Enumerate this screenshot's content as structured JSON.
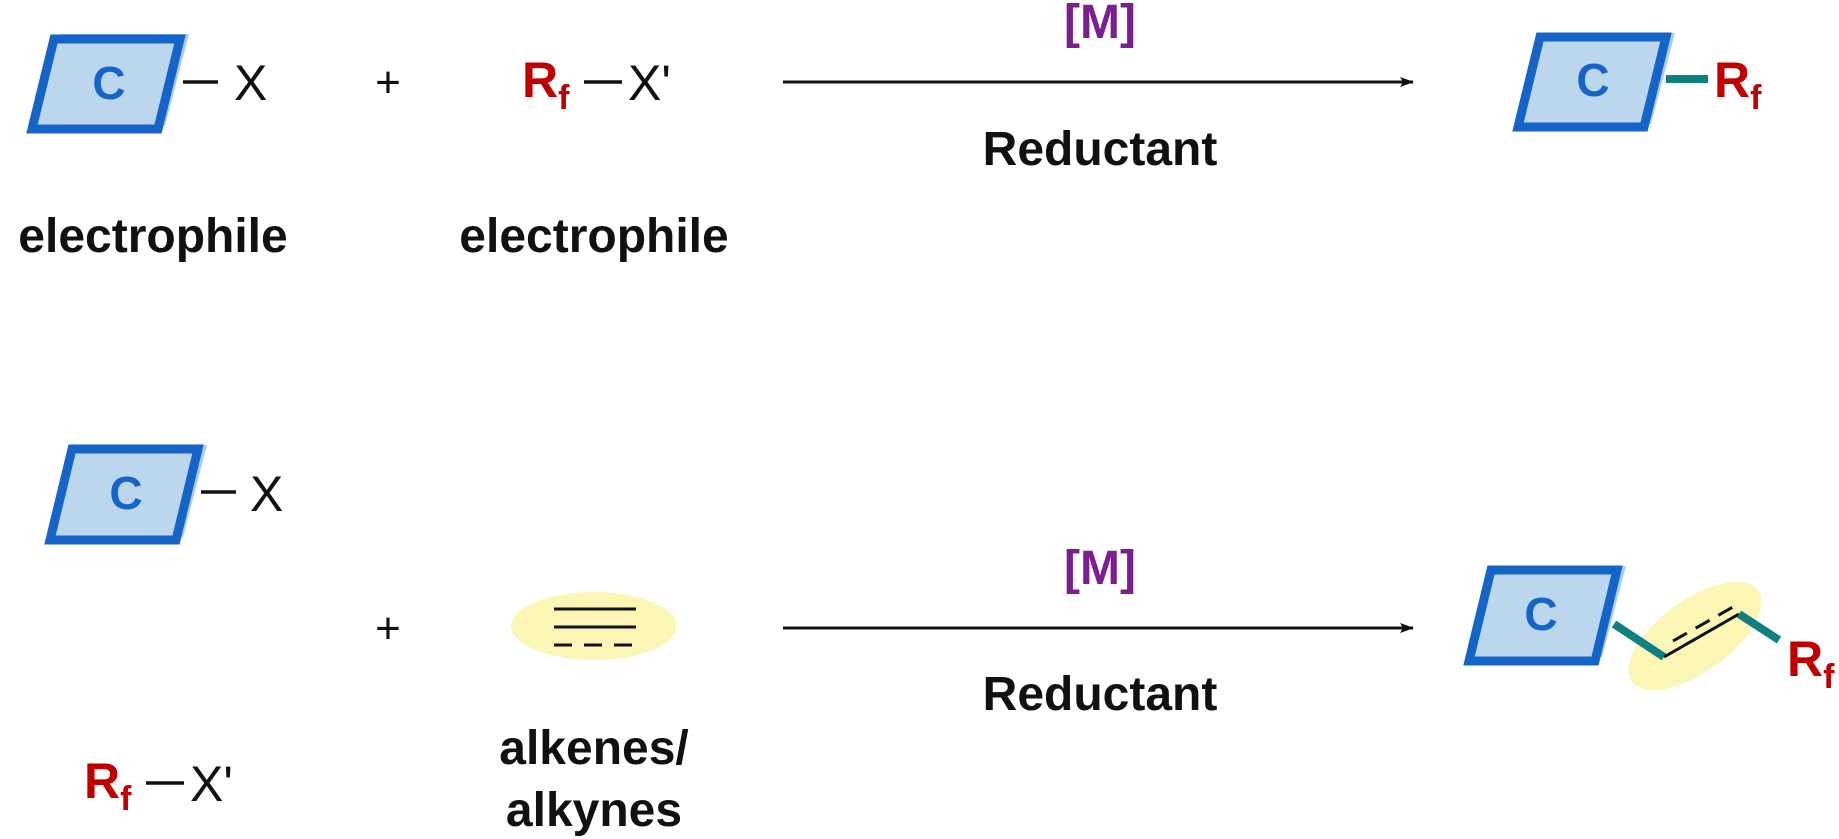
{
  "colors": {
    "core_fill": "#bcd6ee",
    "core_stroke": "#1565c8",
    "core_shadow": "#a9cdee",
    "core_text": "#1565c8",
    "rf_color": "#c00000",
    "catalyst_color": "#7b1f8f",
    "bond_color": "#0e8080",
    "highlight_fill": "#fbf6b6",
    "text_color": "#111111"
  },
  "icons": {
    "core": "parallelogram-carbon-core",
    "unsaturated": "alkene-alkyne-bonds"
  },
  "reaction_1": {
    "reactant_1": {
      "core_label": "C",
      "leaving_group": "X",
      "caption": "electrophile"
    },
    "plus": "+",
    "reactant_2": {
      "rf_main": "R",
      "rf_sub": "f",
      "leaving_group": "X'",
      "caption": "electrophile"
    },
    "catalyst": "[M]",
    "reagent": "Reductant",
    "product": {
      "core_label": "C",
      "rf_main": "R",
      "rf_sub": "f"
    }
  },
  "reaction_2": {
    "reactant_1": {
      "core_label": "C",
      "leaving_group": "X"
    },
    "reactant_3": {
      "rf_main": "R",
      "rf_sub": "f",
      "leaving_group": "X'"
    },
    "plus": "+",
    "reactant_2": {
      "caption_line1": "alkenes/",
      "caption_line2": "alkynes"
    },
    "catalyst": "[M]",
    "reagent": "Reductant",
    "product": {
      "core_label": "C",
      "rf_main": "R",
      "rf_sub": "f"
    }
  }
}
